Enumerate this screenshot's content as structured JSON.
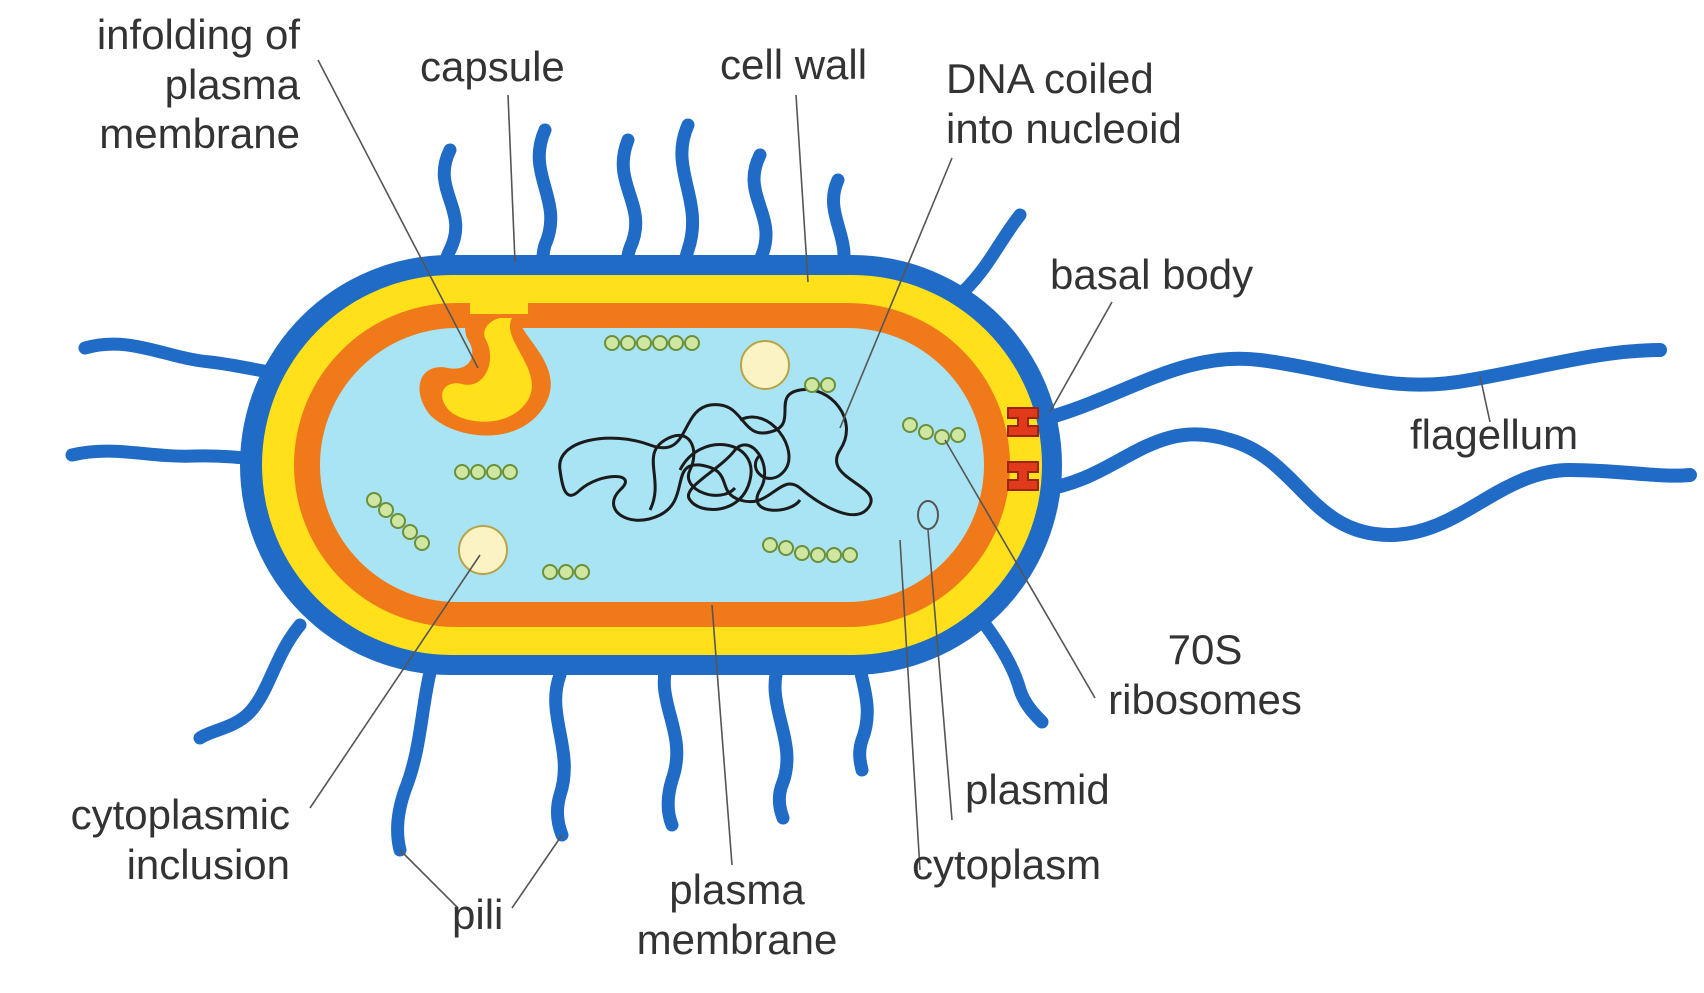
{
  "labels": {
    "infolding": "infolding of\nplasma\nmembrane",
    "capsule": "capsule",
    "cell_wall": "cell wall",
    "dna": "DNA coiled\ninto nucleoid",
    "basal_body": "basal body",
    "flagellum": "flagellum",
    "ribosomes": "70S\nribosomes",
    "plasmid": "plasmid",
    "cytoplasm": "cytoplasm",
    "plasma_membrane": "plasma\nmembrane",
    "pili": "pili",
    "inclusion": "cytoplasmic\ninclusion"
  },
  "colors": {
    "capsule": "#1f6bc5",
    "cell_wall": "#ffe01a",
    "plasma_membrane": "#f07a1a",
    "cytoplasm": "#a9e4f4",
    "basal_body": "#e03a1a",
    "ribosome": "#cfe7a0",
    "leader_line": "#555555",
    "text": "#333333"
  }
}
